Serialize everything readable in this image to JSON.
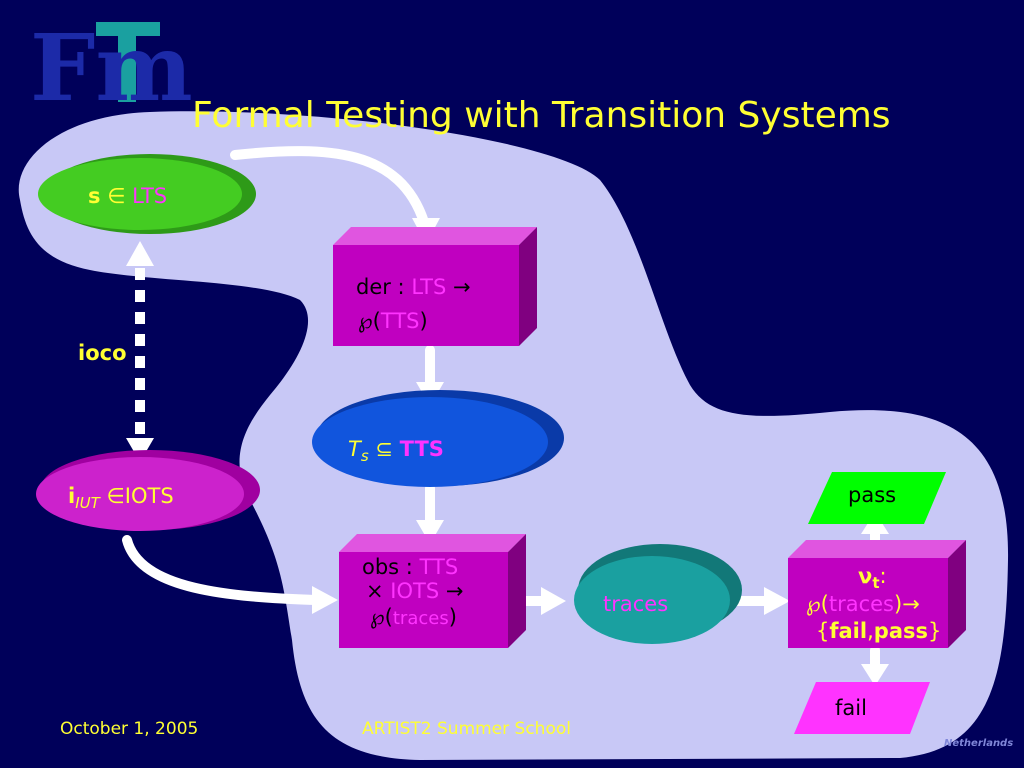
{
  "title": "Formal Testing with Transition Systems",
  "footer": {
    "date": "October 1, 2005",
    "school": "ARTIST2 Summer School",
    "country": "Netherlands"
  },
  "logo": {
    "letters": "Fm"
  },
  "nodes": {
    "spec": {
      "symbol": "s",
      "op": "∈",
      "set": "LTS"
    },
    "der": {
      "line1_prefix": "der : ",
      "line1_set": "LTS",
      "line1_arrow": "→",
      "powerset": "℘",
      "open": "(",
      "set": "TTS",
      "close": ")"
    },
    "tests": {
      "symbol": "T",
      "sub": "s",
      "op": "⊆",
      "set": "TTS"
    },
    "iut": {
      "symbol": "i",
      "sub": "IUT",
      "op": "∈",
      "set": "IOTS"
    },
    "obs": {
      "line1_prefix": "obs : ",
      "line1_set": "TTS",
      "cross": "×",
      "set2": "IOTS",
      "arrow": "→",
      "powerset": "℘",
      "open": "(",
      "traces": "traces",
      "close": ")"
    },
    "traces": {
      "label": "traces"
    },
    "verdict": {
      "nu": "ν",
      "sub": "t",
      "colon": ":",
      "powerset": "℘",
      "open": "(",
      "traces": "traces",
      "close": ")",
      "arrow": "→",
      "lbrace": "{",
      "fail": "fail",
      "comma": ",",
      "pass": "pass",
      "rbrace": "}"
    },
    "pass": {
      "label": "pass"
    },
    "fail": {
      "label": "fail"
    }
  },
  "relation": {
    "label": "ioco"
  },
  "colors": {
    "background": "#00005a",
    "region": "#c8c8f6",
    "accent_yellow": "#ffff33",
    "accent_magenta": "#ff33ff",
    "box_magenta": "#c000c0",
    "ellipse_green": "#44cc22",
    "ellipse_blue": "#1155dd",
    "ellipse_teal": "#1aa0a0",
    "pass_green": "#00ff00"
  }
}
